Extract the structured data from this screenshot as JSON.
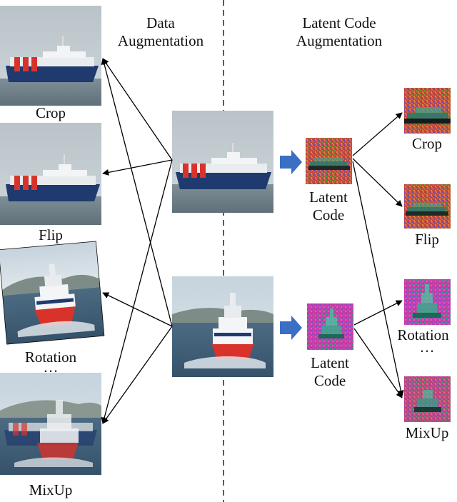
{
  "headers": {
    "data_augmentation": "Data\nAugmentation",
    "latent_augmentation": "Latent Code\nAugmentation"
  },
  "left_labels": {
    "crop": "Crop",
    "flip": "Flip",
    "rotation": "Rotation",
    "ellipsis": "…",
    "mixup": "MixUp"
  },
  "latent_labels": {
    "code1": "Latent\nCode",
    "code2": "Latent\nCode"
  },
  "right_labels": {
    "crop": "Crop",
    "flip": "Flip",
    "rotation": "Rotation",
    "ellipsis": "…",
    "mixup": "MixUp"
  },
  "colors": {
    "arrow_blue": "#3a6fc4",
    "line": "#000000",
    "sky": "#c9d2d6",
    "sea": "#6f8089",
    "hull": "#1f3a6e",
    "red": "#d8332b"
  }
}
